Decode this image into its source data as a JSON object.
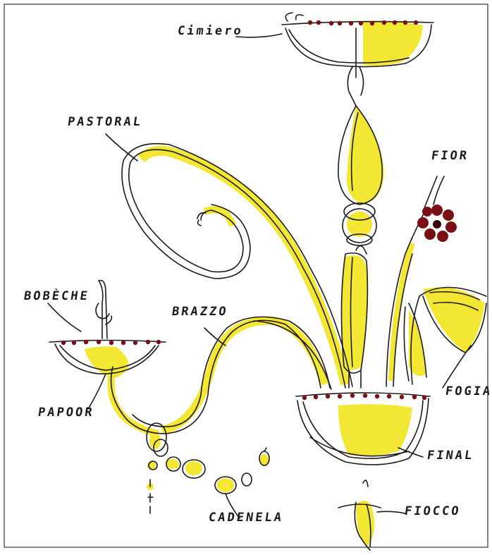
{
  "labels": {
    "cimiero": "Cimiero",
    "pastoral": "PASTORAL",
    "fior": "FIOR",
    "bobeche": "BOBÈCHE",
    "brazzo": "BRAZZO",
    "papoor": "PAPOOR",
    "fogia": "FOGIA",
    "final": "FINAL",
    "cadenela": "CADENELA",
    "fiocco": "FIOCCO"
  },
  "colors": {
    "ink": "#1a1a1a",
    "yellow": "#f2e311",
    "dark_red": "#7a1015",
    "paper": "#ffffff"
  }
}
